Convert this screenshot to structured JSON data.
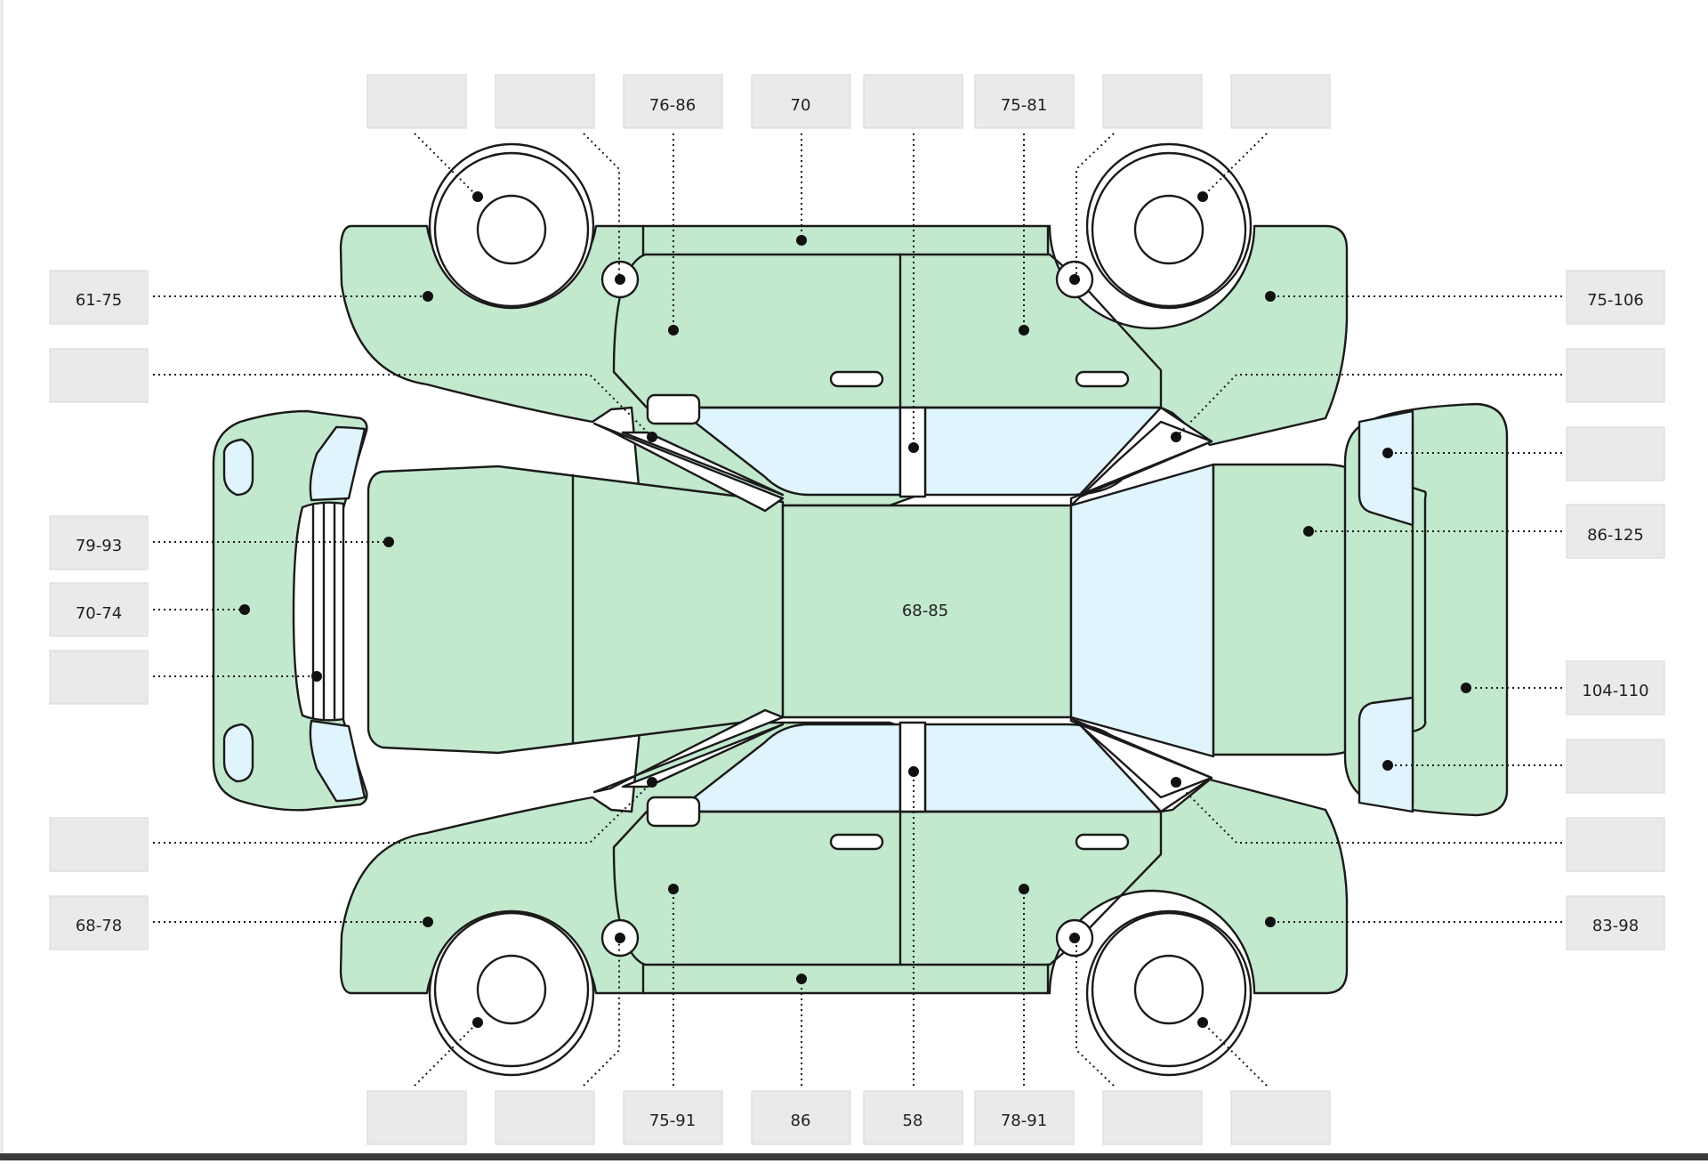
{
  "labels": {
    "top": [
      "",
      "",
      "76-86",
      "70",
      "",
      "75-81",
      "",
      ""
    ],
    "bottom": [
      "",
      "",
      "75-91",
      "86",
      "58",
      "78-91",
      "",
      ""
    ],
    "left": [
      "61-75",
      "",
      "79-93",
      "70-74",
      "",
      "",
      "68-78"
    ],
    "right": [
      "75-106",
      "",
      "",
      "86-125",
      "104-110",
      "",
      "",
      "83-98"
    ],
    "center": "68-85"
  },
  "colors": {
    "paint": "#c2e8cd",
    "glass": "#dff4fc",
    "outline": "#1a1a1a",
    "label_box": "#e9eaeb"
  }
}
